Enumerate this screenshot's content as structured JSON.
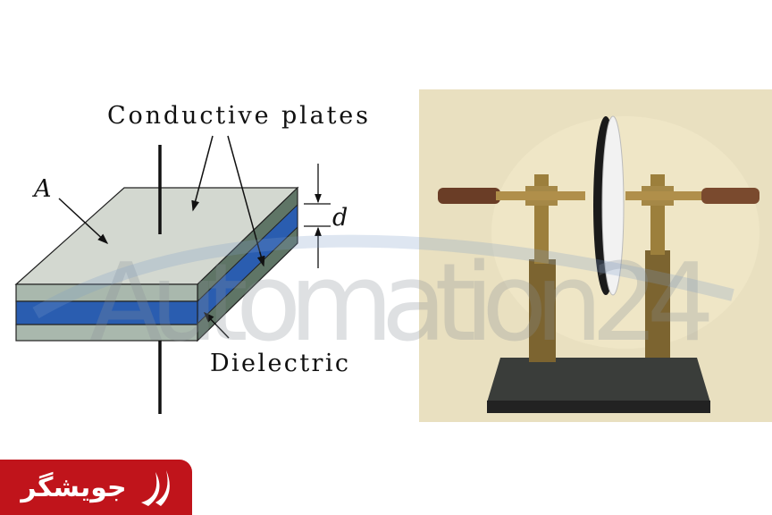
{
  "diagram": {
    "labels": {
      "conductive_plates": "Conductive plates",
      "area": "A",
      "distance": "d",
      "dielectric": "Dielectric"
    },
    "colors": {
      "plate": "#a9b8ad",
      "top_face": "#d3d8d0",
      "dielectric": "#2a5db0",
      "side_plate": "#5f7566"
    }
  },
  "watermark": {
    "text": "Automation24"
  },
  "photo": {
    "subject": "capacitor-apparatus-photo"
  },
  "logo": {
    "text": "جویشگر",
    "color": "#c0141b"
  }
}
